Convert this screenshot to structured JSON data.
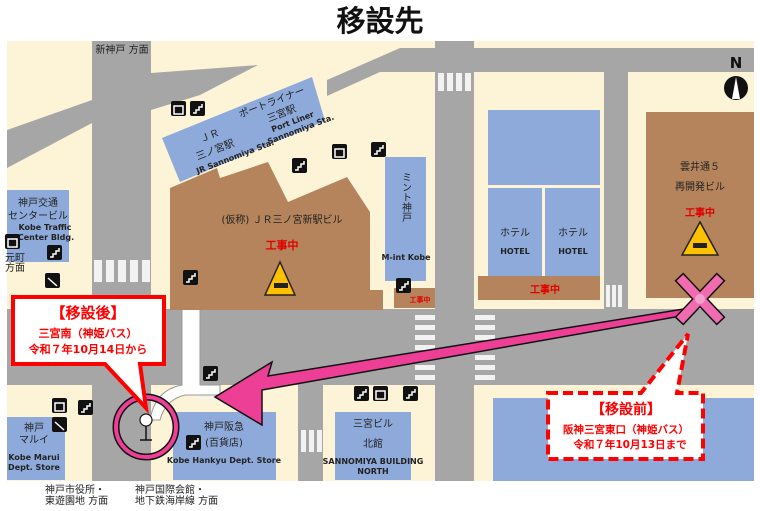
{
  "title": "移設先",
  "directions": {
    "shin_kobe": "新神戸 方面",
    "motomachi_1": "元町",
    "motomachi_2": "方面",
    "city_hall_1": "神戸市役所・",
    "city_hall_2": "東遊園地 方面",
    "kokusai_1": "神戸国際会館・",
    "kokusai_2": "地下鉄海岸線 方面"
  },
  "buildings": {
    "jr_station": {
      "ja_1": "ＪＲ",
      "ja_2": "三ノ宮駅",
      "en": "JR Sannomiya Sta."
    },
    "portliner": {
      "ja_1": "ポートライナー",
      "ja_2": "三宮駅",
      "en_1": "Port Liner",
      "en_2": "Sannomiya Sta."
    },
    "traffic_center": {
      "ja_1": "神戸交通",
      "ja_2": "センタービル",
      "en_1": "Kobe Traffic",
      "en_2": "Center Bldg."
    },
    "jr_new_building": {
      "name": "(仮称) ＪＲ三ノ宮新駅ビル",
      "status": "工事中"
    },
    "mint_kobe": {
      "ja": "ミント神戸",
      "en": "M-int Kobe"
    },
    "mint_small": {
      "status": "工事中"
    },
    "hotel_left": {
      "ja": "ホテル",
      "en": "HOTEL"
    },
    "hotel_right": {
      "ja": "ホテル",
      "en": "HOTEL"
    },
    "hotel_lower": {
      "status": "工事中"
    },
    "kumoidori": {
      "name_1": "雲井通５",
      "name_2": "再開発ビル",
      "status": "工事中"
    },
    "marui": {
      "ja_1": "神戸",
      "ja_2": "マルイ",
      "en_1": "Kobe Marui",
      "en_2": "Dept. Store"
    },
    "hankyu": {
      "ja_1": "神戸阪急",
      "ja_2": "(百貨店)",
      "en": "Kobe Hankyu Dept. Store"
    },
    "sannomiya_bldg": {
      "ja_1": "三宮ビル",
      "ja_2": "北館",
      "en_1": "SANNOMIYA BUILDING",
      "en_2": "NORTH"
    }
  },
  "callout_after": {
    "heading": "【移設後】",
    "line1": "三宮南（神姫バス）",
    "line2": "令和７年10月14日から"
  },
  "callout_before": {
    "heading": "【移設前】",
    "line1": "阪神三宮東口（神姫バス）",
    "line2": "令和７年10月13日まで"
  },
  "compass": {
    "label": "N"
  },
  "colors": {
    "road": "#a6a6a6",
    "ground": "#fdf3d6",
    "building": "#8eaadb",
    "construction": "#b5845c",
    "accent": "#ee3f96",
    "alert": "#ff0000"
  }
}
